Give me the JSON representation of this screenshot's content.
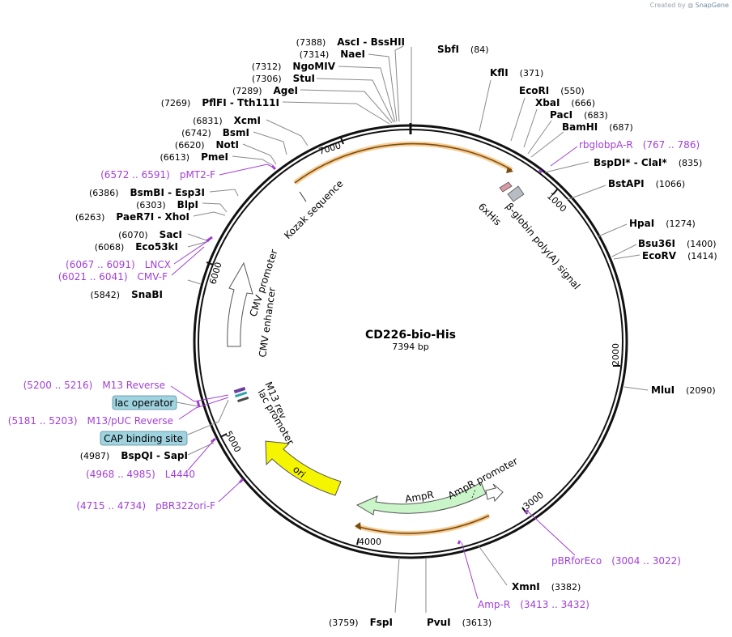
{
  "credit": {
    "prefix": "Created by",
    "brand": "SnapGene"
  },
  "plasmid": {
    "name": "CD226-bio-His",
    "length": "7394 bp"
  },
  "ticks": [
    "1000",
    "2000",
    "3000",
    "4000",
    "5000",
    "6000",
    "7000"
  ],
  "enzymes": [
    {
      "name": "SbfI",
      "pos": "(84)"
    },
    {
      "name": "KflI",
      "pos": "(371)"
    },
    {
      "name": "EcoRI",
      "pos": "(550)"
    },
    {
      "name": "XbaI",
      "pos": "(666)"
    },
    {
      "name": "PacI",
      "pos": "(683)"
    },
    {
      "name": "BamHI",
      "pos": "(687)"
    },
    {
      "name": "BspDI* - ClaI*",
      "pos": "(835)"
    },
    {
      "name": "BstAPI",
      "pos": "(1066)"
    },
    {
      "name": "HpaI",
      "pos": "(1274)"
    },
    {
      "name": "Bsu36I",
      "pos": "(1400)"
    },
    {
      "name": "EcoRV",
      "pos": "(1414)"
    },
    {
      "name": "MluI",
      "pos": "(2090)"
    },
    {
      "name": "XmnI",
      "pos": "(3382)"
    },
    {
      "name": "PvuI",
      "pos": "(3613)"
    },
    {
      "name": "FspI",
      "pos": "(3759)"
    },
    {
      "name": "BspQI - SapI",
      "pos": "(4987)"
    },
    {
      "name": "SnaBI",
      "pos": "(5842)"
    },
    {
      "name": "Eco53kI",
      "pos": "(6068)"
    },
    {
      "name": "SacI",
      "pos": "(6070)"
    },
    {
      "name": "PaeR7I - XhoI",
      "pos": "(6263)"
    },
    {
      "name": "BlpI",
      "pos": "(6303)"
    },
    {
      "name": "BsmBI - Esp3I",
      "pos": "(6386)"
    },
    {
      "name": "PmeI",
      "pos": "(6613)"
    },
    {
      "name": "NotI",
      "pos": "(6620)"
    },
    {
      "name": "BsmI",
      "pos": "(6742)"
    },
    {
      "name": "XcmI",
      "pos": "(6831)"
    },
    {
      "name": "PflFI - Tth111I",
      "pos": "(7269)"
    },
    {
      "name": "AgeI",
      "pos": "(7289)"
    },
    {
      "name": "StuI",
      "pos": "(7306)"
    },
    {
      "name": "NgoMIV",
      "pos": "(7312)"
    },
    {
      "name": "NaeI",
      "pos": "(7314)"
    },
    {
      "name": "AscI - BssHII",
      "pos": "(7388)"
    }
  ],
  "primers": [
    {
      "name": "rbglobpA-R",
      "range": "(767 .. 786)"
    },
    {
      "name": "pBRforEco",
      "range": "(3004 .. 3022)"
    },
    {
      "name": "Amp-R",
      "range": "(3413 .. 3432)"
    },
    {
      "name": "pBR322ori-F",
      "range": "(4715 .. 4734)"
    },
    {
      "name": "L4440",
      "range": "(4968 .. 4985)"
    },
    {
      "name": "M13/pUC Reverse",
      "range": "(5181 .. 5203)"
    },
    {
      "name": "M13 Reverse",
      "range": "(5200 .. 5216)"
    },
    {
      "name": "CMV-F",
      "range": "(6021 .. 6041)"
    },
    {
      "name": "LNCX",
      "range": "(6067 .. 6091)"
    },
    {
      "name": "pMT2-F",
      "range": "(6572 .. 6591)"
    }
  ],
  "boxed_features": [
    "lac operator",
    "CAP binding site"
  ],
  "features": {
    "kozak": "Kozak sequence",
    "his": "6xHis",
    "globin": "β-globin poly(A) signal",
    "cmv_promoter": "CMV promoter",
    "cmv_enhancer": "CMV enhancer",
    "m13rev": "M13 rev",
    "lac_promoter": "lac promoter",
    "ori": "ori",
    "ampr": "AmpR",
    "ampr_promoter": "AmpR promoter"
  },
  "colors": {
    "primer": "#a23fd6",
    "orange_arc": "#f2a33a",
    "ori": "#f5f500",
    "ampr": "#c9f5c9",
    "box_fill": "#9fd3df"
  }
}
